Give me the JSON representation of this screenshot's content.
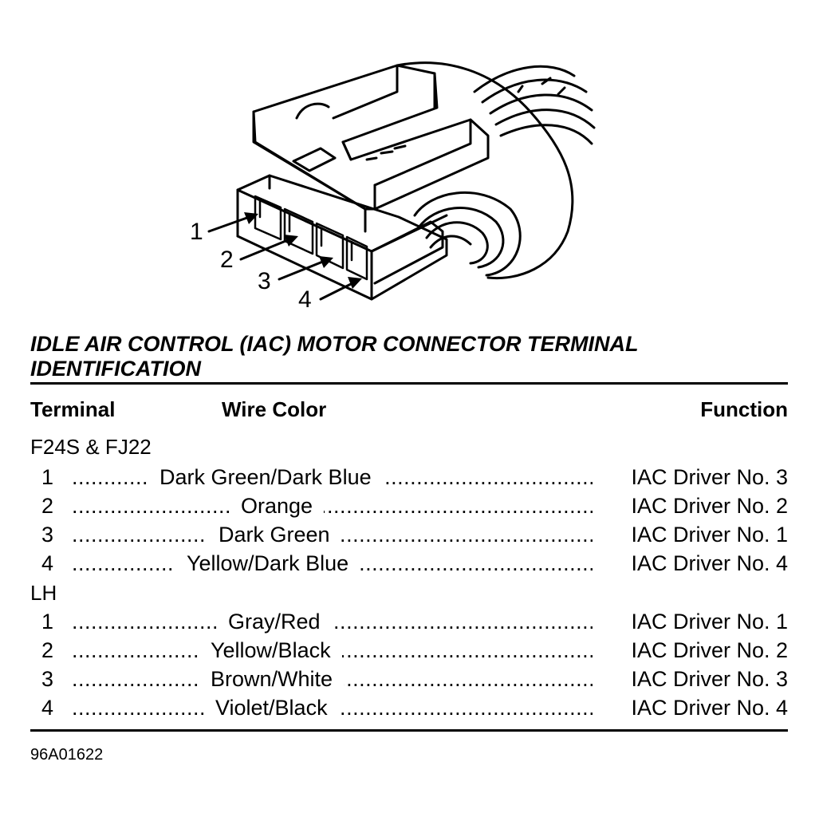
{
  "diagram": {
    "callouts": [
      "1",
      "2",
      "3",
      "4"
    ]
  },
  "title": "IDLE AIR CONTROL (IAC) MOTOR CONNECTOR TERMINAL IDENTIFICATION",
  "columns": {
    "terminal": "Terminal",
    "wire_color": "Wire Color",
    "function": "Function"
  },
  "groups": [
    {
      "label": "F24S & FJ22",
      "rows": [
        {
          "terminal": "1",
          "wire_color": "Dark Green/Dark Blue",
          "function": "IAC Driver No. 3"
        },
        {
          "terminal": "2",
          "wire_color": "Orange",
          "function": "IAC Driver No. 2"
        },
        {
          "terminal": "3",
          "wire_color": "Dark Green",
          "function": "IAC Driver No. 1"
        },
        {
          "terminal": "4",
          "wire_color": "Yellow/Dark Blue",
          "function": "IAC Driver No. 4"
        }
      ]
    },
    {
      "label": "LH",
      "rows": [
        {
          "terminal": "1",
          "wire_color": "Gray/Red",
          "function": "IAC Driver No. 1"
        },
        {
          "terminal": "2",
          "wire_color": "Yellow/Black",
          "function": "IAC Driver No. 2"
        },
        {
          "terminal": "3",
          "wire_color": "Brown/White",
          "function": "IAC Driver No. 3"
        },
        {
          "terminal": "4",
          "wire_color": "Violet/Black",
          "function": "IAC Driver No. 4"
        }
      ]
    }
  ],
  "figure_code": "96A01622"
}
